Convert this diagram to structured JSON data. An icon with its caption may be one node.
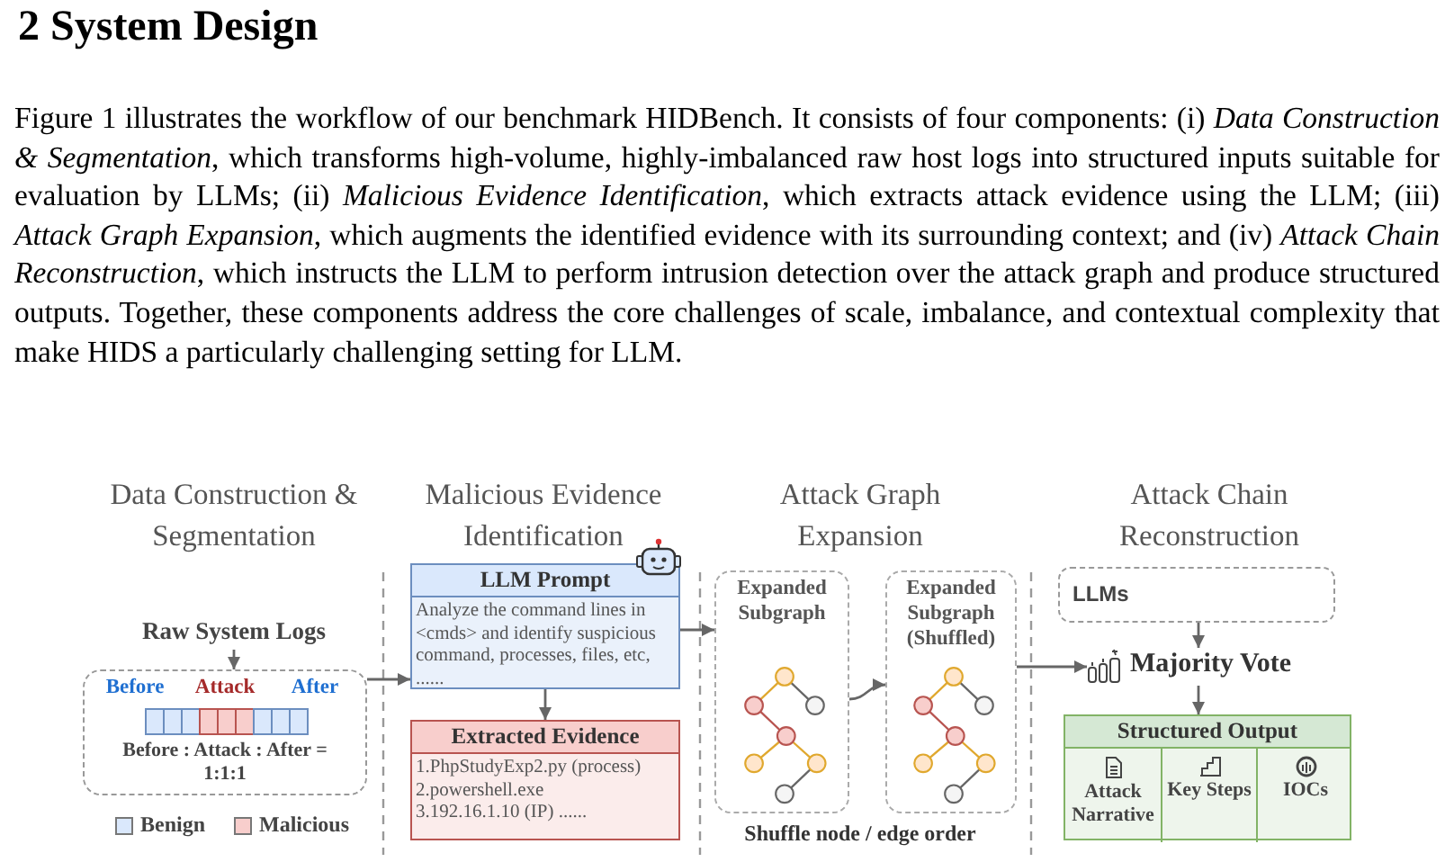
{
  "diagram": {
    "title": "2 System Design",
    "nodes": [
      {
        "text": [
          "Raw System Logs"
        ]
      },
      {
        "text": [
          "Before",
          "Attack",
          "After",
          "Before : Attack : After = 1:1:1"
        ]
      },
      {
        "text": [
          "LLM Prompt",
          "Analyze the command lines in <cmds> and identify suspicious command, processes, files, etc, ......"
        ]
      },
      {
        "text": [
          "Extracted Evidence",
          "1.PhpStudyExp2.py (process)",
          "2.powershell.exe",
          "3.192.16.1.10 (IP) ......"
        ]
      },
      {
        "text": [
          "Expanded Subgraph"
        ]
      },
      {
        "text": [
          "Expanded Subgraph (Shuffled)"
        ]
      },
      {
        "text": [
          "LLMs"
        ]
      },
      {
        "text": [
          "Majority Vote"
        ]
      },
      {
        "text": [
          "Structured Output"
        ]
      },
      {
        "text": [
          "Attack Narrative"
        ],
        "in": 8
      },
      {
        "text": [
          "Key Steps"
        ],
        "in": 8
      },
      {
        "text": [
          "IOCs"
        ],
        "in": 8
      }
    ],
    "edges": [
      {
        "from": 0,
        "to": 1,
        "arrow": "to"
      },
      {
        "from": 1,
        "to": 2,
        "arrow": "to"
      },
      {
        "from": 2,
        "to": 3,
        "arrow": "to"
      },
      {
        "from": 2,
        "to": 4,
        "arrow": "to"
      },
      {
        "from": 4,
        "to": 5,
        "arrow": "to"
      },
      {
        "from": 5,
        "to": 7,
        "arrow": "to"
      },
      {
        "from": 6,
        "to": 7,
        "arrow": "to"
      },
      {
        "from": 7,
        "to": 8,
        "arrow": "to"
      }
    ],
    "labels": [
      "Figure 1 illustrates the workflow of our benchmark HIDBench. It consists of four components: (i) *Data Construction & Segmentation*, which transforms high-volume, highly-imbalanced raw host logs into structured inputs suitable for evaluation by LLMs; (ii) *Malicious Evidence Identification*, which extracts attack evidence using the LLM; (iii) *Attack Graph Expansion*, which augments the identified evidence with its surrounding context; and (iv) *Attack Chain Reconstruction*, which instructs the LLM to perform intrusion detection over the attack graph and produce structured outputs. Together, these components address the core challenges of scale, imbalance, and contextual complexity that make HIDS a particularly challenging setting for LLM.",
      "Data Construction & Segmentation",
      "Malicious Evidence Identification",
      "Attack Graph Expansion",
      "Attack Chain Reconstruction",
      "Shuffle node / edge order"
    ],
    "legend": [
      {
        "text": "Benign",
        "color": "#dae8fc"
      },
      {
        "text": "Malicious",
        "color": "#f8cecc"
      }
    ]
  }
}
